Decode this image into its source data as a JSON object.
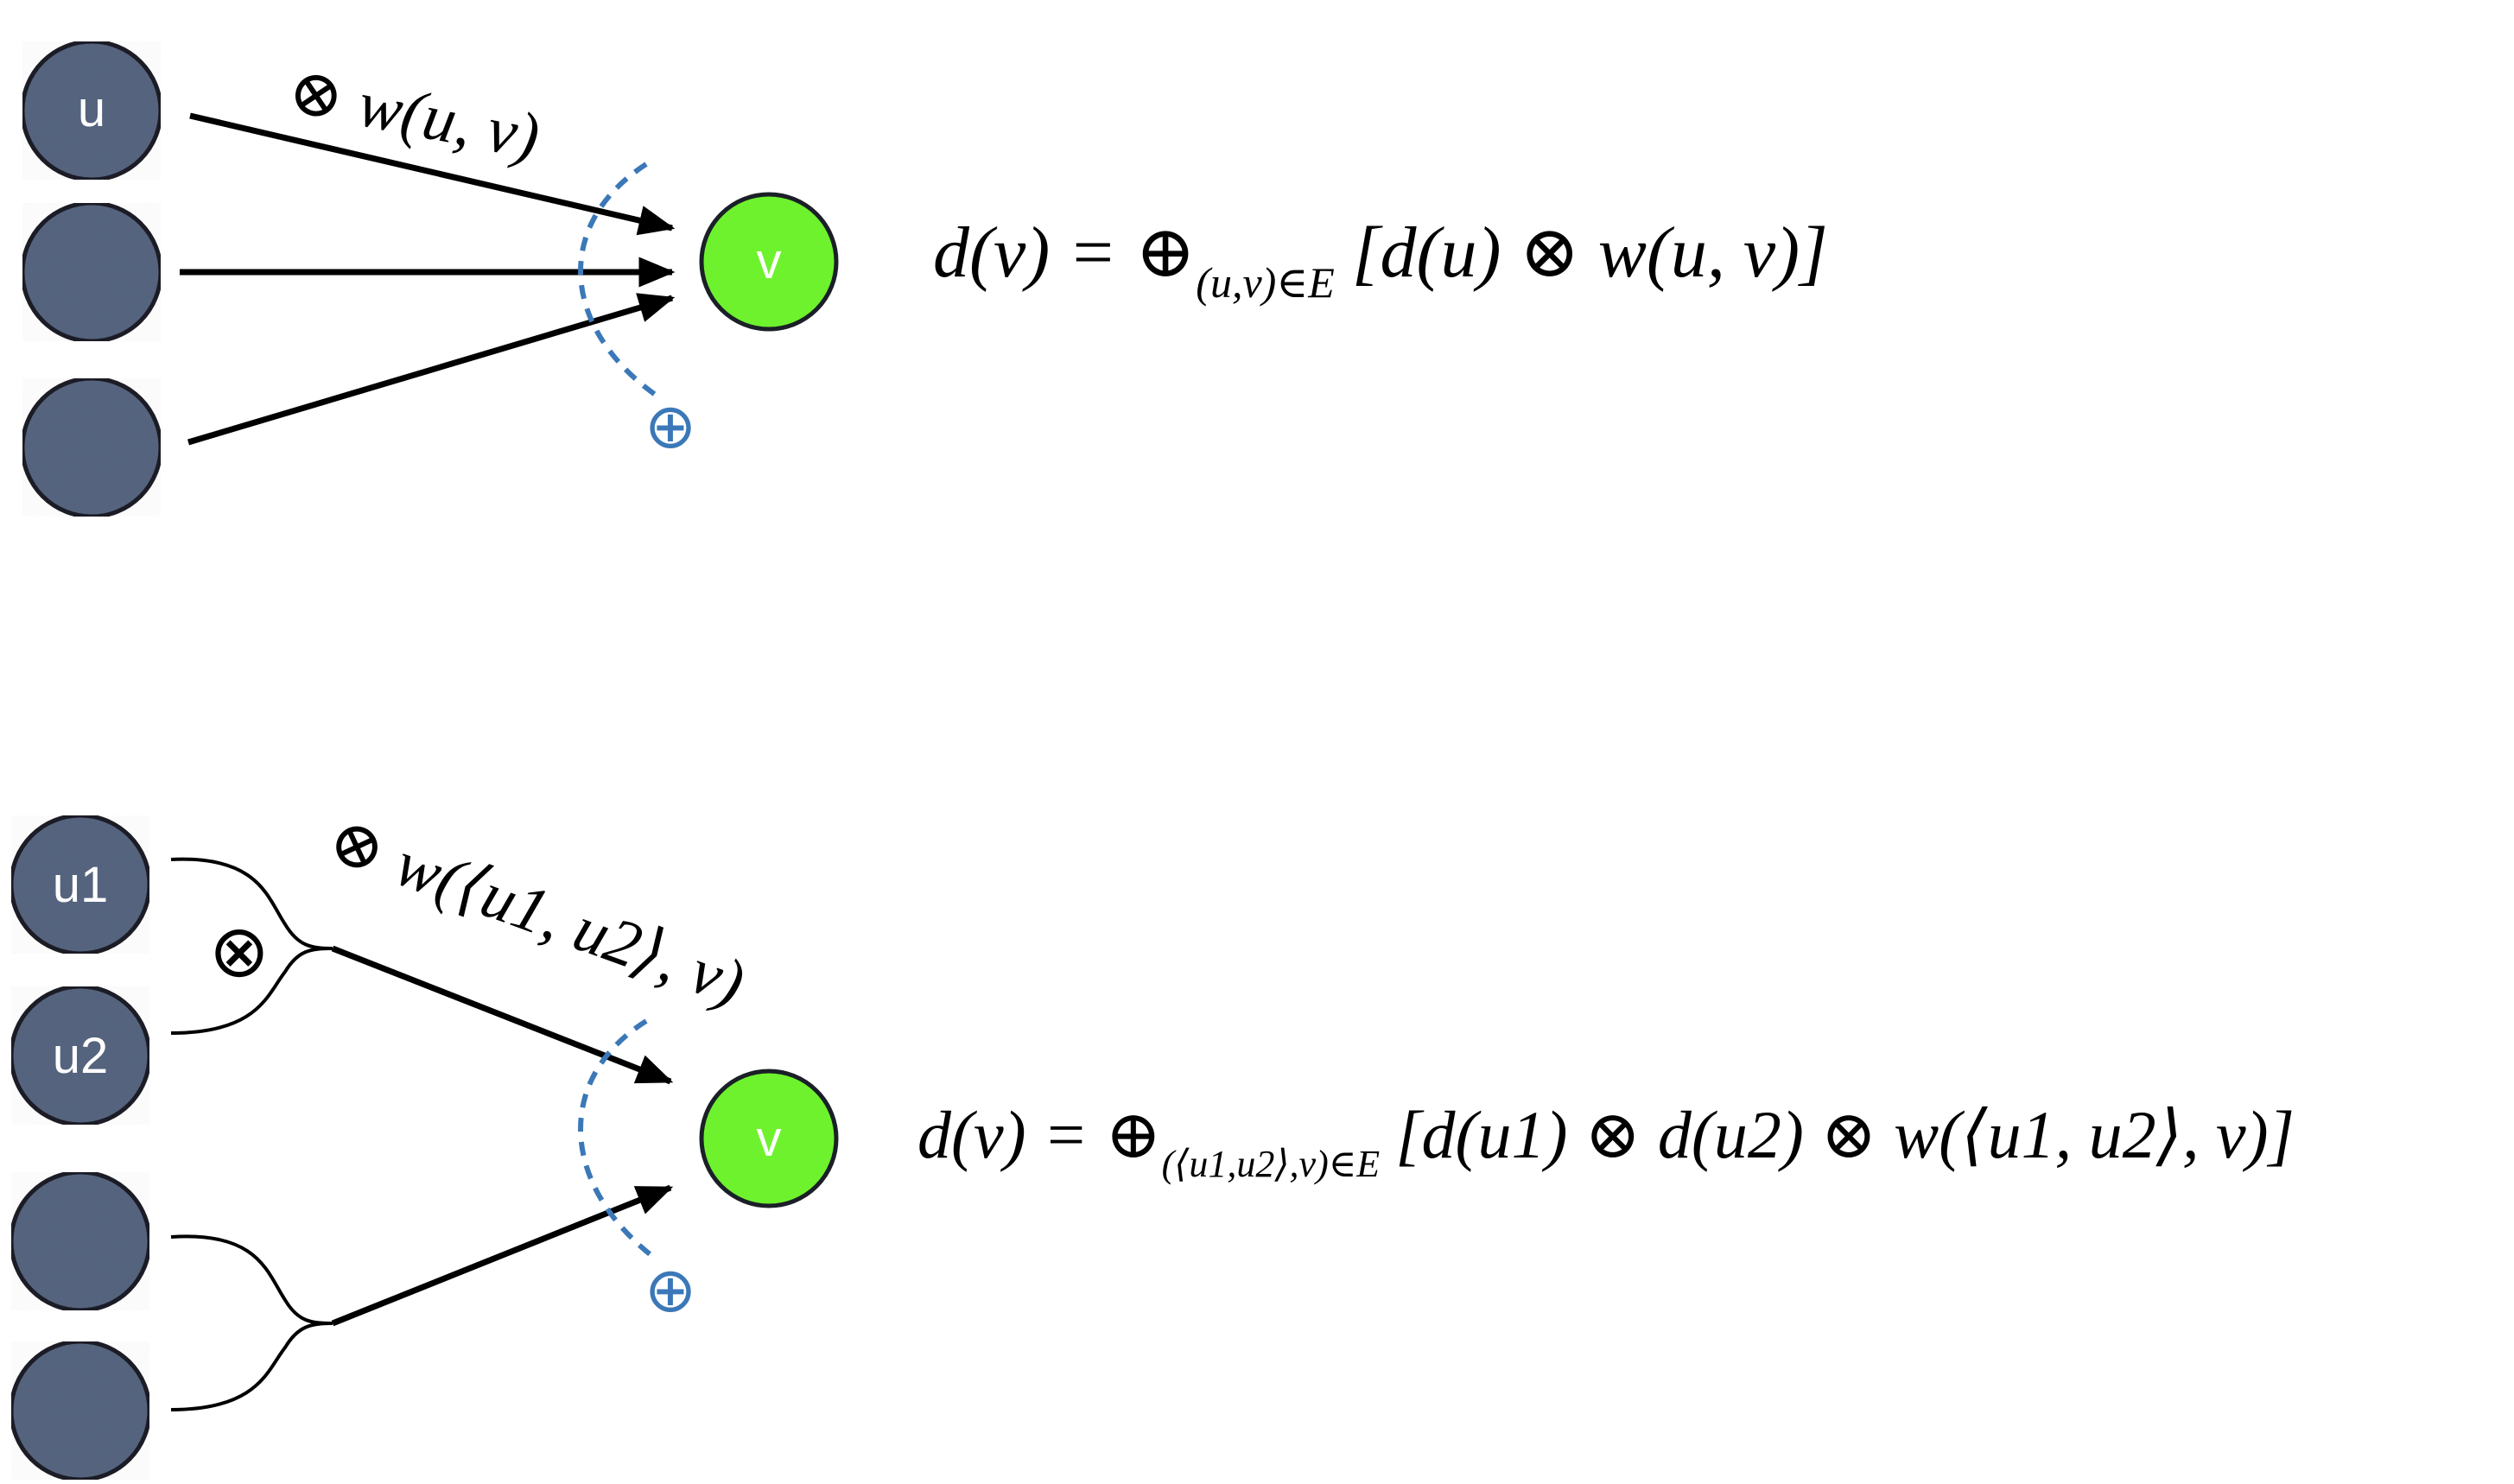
{
  "colors": {
    "source_node_fill": "#56657f",
    "target_node_fill": "#6ef22e",
    "node_stroke": "#1b1f27",
    "edge": "#000000",
    "dashed_boundary": "#3b78b8"
  },
  "top": {
    "node_u_label": "u",
    "node_v_label": "v",
    "edge_weight": "⊗ w(u, v)",
    "oplus_symbol": "⊕",
    "eq_lhs": "d(v) = ⊕",
    "eq_sub": "(u,v)∈E",
    "eq_rhs": "[d(u) ⊗ w(u, v)]"
  },
  "bottom": {
    "node_u1_label": "u1",
    "node_u2_label": "u2",
    "node_v_label": "v",
    "otimes_symbol": "⊗",
    "edge_weight": "⊗ w(⟨u1, u2⟩, v)",
    "oplus_symbol": "⊕",
    "eq_lhs": "d(v) = ⊕",
    "eq_sub": "(⟨u1,u2⟩,v)∈E",
    "eq_rhs": "[d(u1) ⊗ d(u2) ⊗ w(⟨u1, u2⟩, v)]"
  }
}
